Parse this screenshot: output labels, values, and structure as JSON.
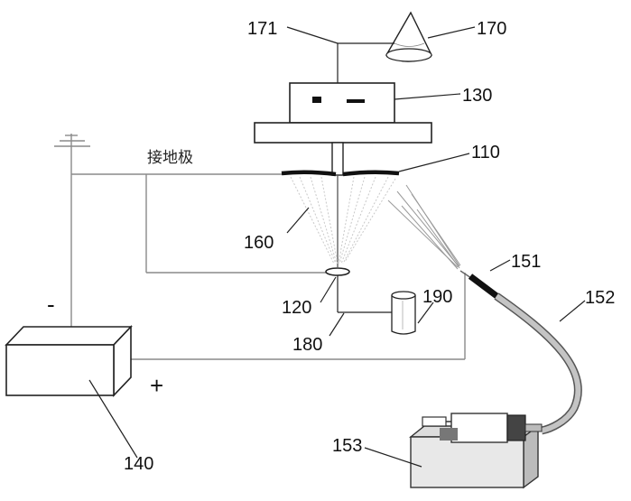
{
  "labels": {
    "l171": "171",
    "l170": "170",
    "l130": "130",
    "l110": "110",
    "ground_electrode": "接地极",
    "l160": "160",
    "l151": "151",
    "l152": "152",
    "l120": "120",
    "l190": "190",
    "l180": "180",
    "l140": "140",
    "l153": "153"
  },
  "polarity": {
    "negative": "-",
    "positive": "+"
  }
}
